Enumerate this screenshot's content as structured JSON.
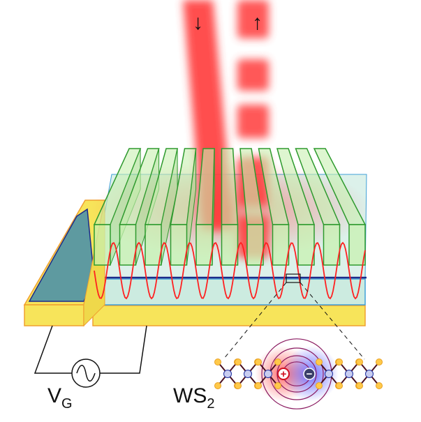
{
  "beam": {
    "incident_arrow": "↓",
    "reflected_arrow": "↑"
  },
  "labels": {
    "gate_voltage": "V",
    "gate_voltage_sub": "G",
    "material": "WS",
    "material_sub": "2",
    "positive_charge": "+",
    "negative_charge": "−"
  },
  "grating": {
    "bar_count": 11
  },
  "colors": {
    "beam": "#ff3b3b",
    "gold": "#f7e45a",
    "gold_edge": "#f0a030",
    "grating": "#c8f0b0",
    "grating_edge": "#2e9a2e",
    "substrate": "#bfe6d8",
    "substrate_edge": "#3fa0d8",
    "ws2_line": "#1c2a8a",
    "wave": "#ff2020",
    "gate_fill": "#5e9aa0",
    "gate_edge": "#1c2a8a",
    "sulfur": "#ffc94a",
    "tungsten": "#c8cdf0",
    "bond": "#4a1020"
  }
}
